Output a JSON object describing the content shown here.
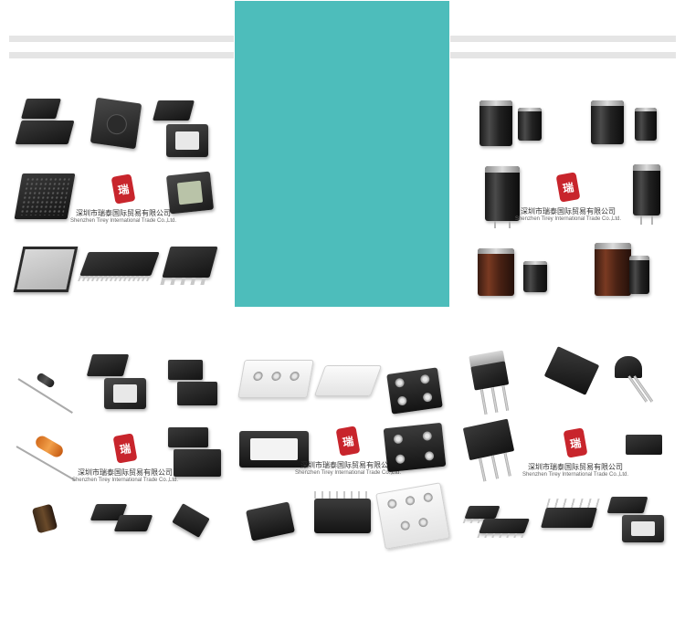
{
  "colors": {
    "teal": "#4dbdbb",
    "stripe": "#e5e5e5",
    "brand_red": "#c8252c"
  },
  "brand": {
    "logo_glyph": "瑞",
    "name_cn": "深圳市瑞泰国际贸易有限公司",
    "name_en": "Shenzhen Tirey International Trade Co.,Ltd."
  },
  "tiles": [
    {
      "category": "ic-packages",
      "icon": "qfp-bga-qfn-icons"
    },
    {
      "category": "electrolytic-capacitors",
      "icon": "capacitor-icons"
    },
    {
      "category": "diodes-smd",
      "icon": "diode-smd-icons"
    },
    {
      "category": "igbt-modules",
      "icon": "igbt-module-icons"
    },
    {
      "category": "transistors-soic",
      "icon": "transistor-soic-icons"
    }
  ]
}
